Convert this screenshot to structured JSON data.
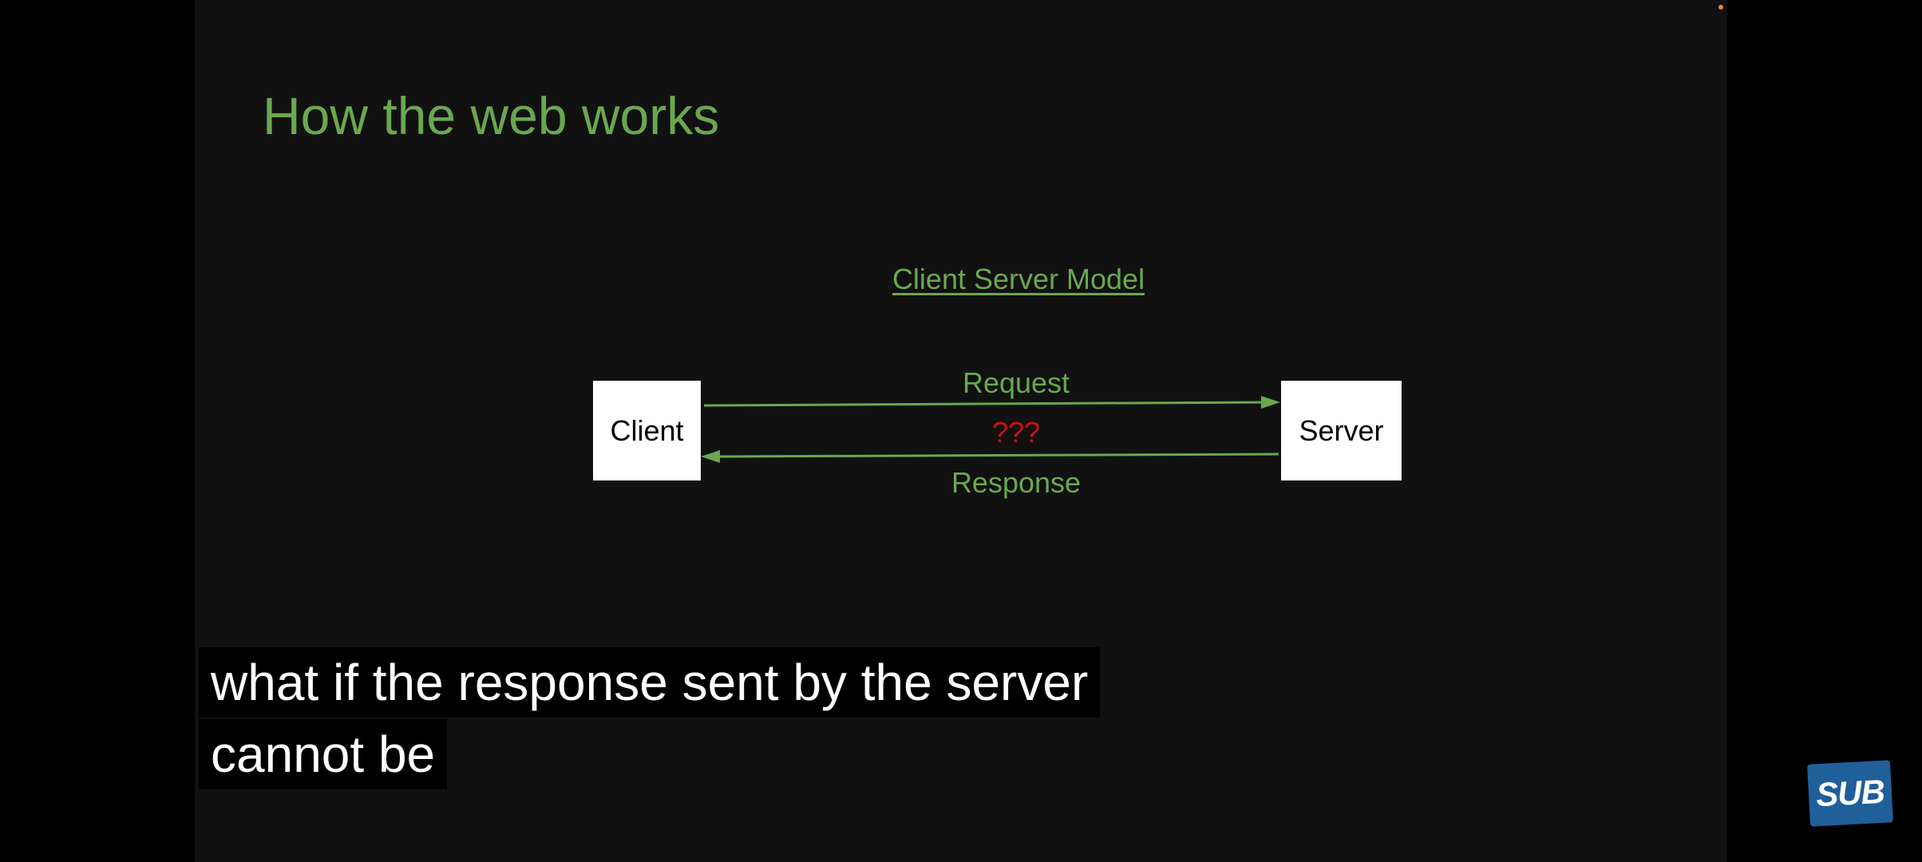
{
  "slide": {
    "title": "How the web works",
    "diagram_heading": "Client Server Model",
    "client_label": "Client",
    "server_label": "Server",
    "request_label": "Request",
    "unknown_label": "???",
    "response_label": "Response"
  },
  "caption": {
    "line1": "what if the response sent by the server",
    "line2": "cannot be"
  },
  "badge": {
    "label": "SUB"
  },
  "colors": {
    "slide_background": "#111111",
    "title_green": "#6aa84f",
    "question_red": "#cc1111",
    "caption_background": "#000000",
    "badge_blue": "#1f5f9a"
  },
  "icons": {
    "request_arrow": "arrow-right-icon",
    "response_arrow": "arrow-left-icon",
    "recording_indicator": "recording-dot-icon"
  }
}
